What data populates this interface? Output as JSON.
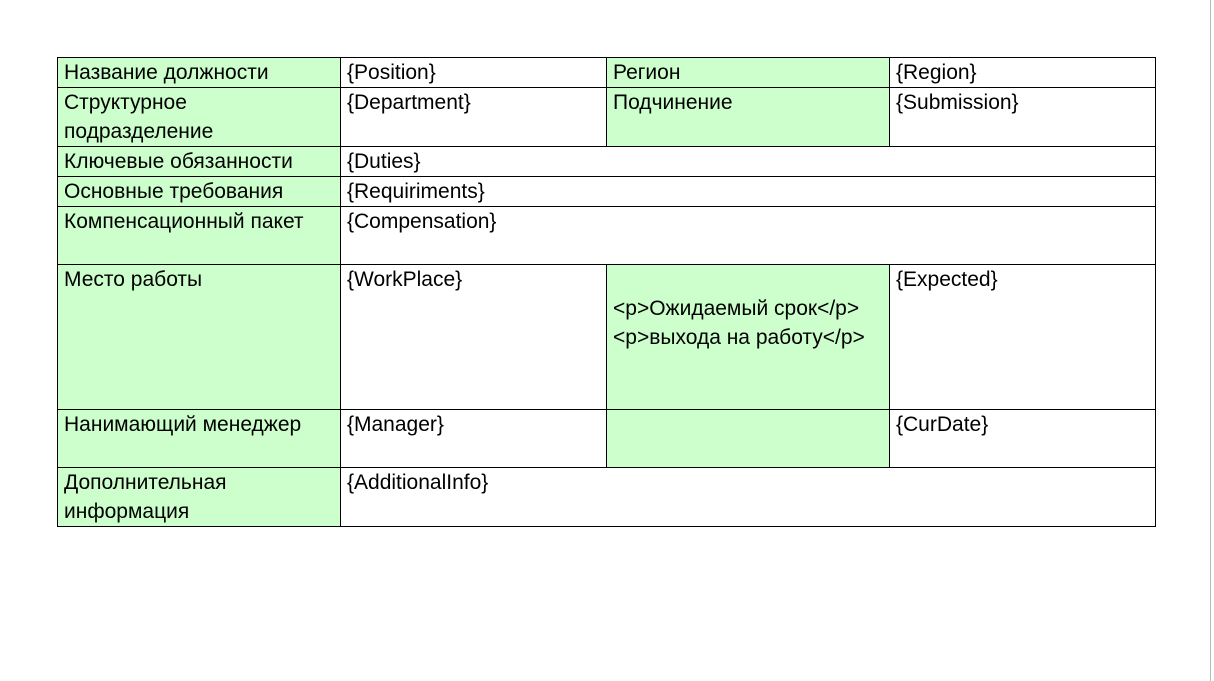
{
  "labels": {
    "position": "Название должности",
    "region": "Регион",
    "department": "Структурное подразделение",
    "submission": "Подчинение",
    "duties": "Ключевые обязанности",
    "requirements": "Основные требования",
    "compensation": "Компенсационный пакет",
    "workplace": "Место работы",
    "expected_line1": "<p>Ожидаемый срок</p>",
    "expected_line2": "<p>выхода на работу</p>",
    "manager": "Нанимающий менеджер",
    "additional": "Дополнительная информация"
  },
  "values": {
    "position": "{Position}",
    "region": "{Region}",
    "department": "{Department}",
    "submission": "{Submission}",
    "duties": "{Duties}",
    "requirements": "{Requiriments}",
    "compensation": "{Compensation}",
    "workplace": "{WorkPlace}",
    "expected": "{Expected}",
    "manager": "{Manager}",
    "curdate": "{CurDate}",
    "additional": "{AdditionalInfo}"
  },
  "colors": {
    "label_background": "#ccffcc",
    "value_background": "#ffffff",
    "border": "#000000"
  }
}
